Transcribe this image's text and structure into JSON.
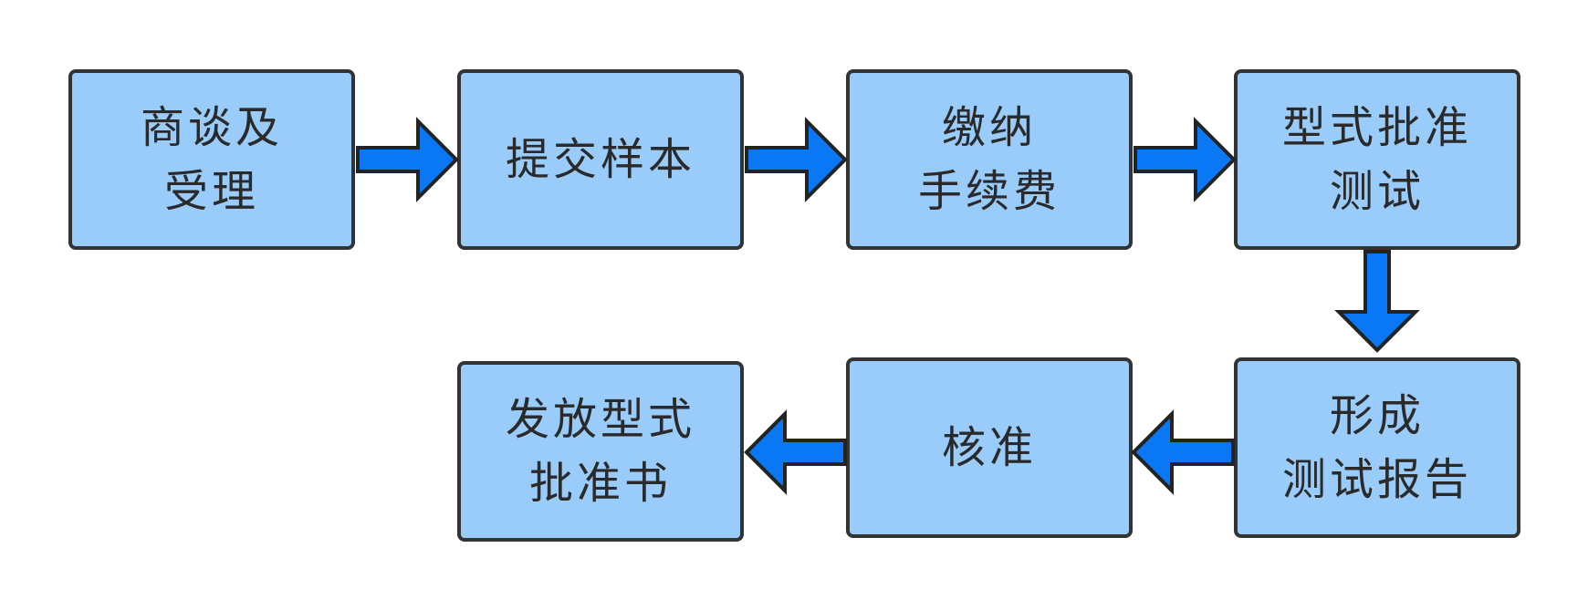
{
  "diagram": {
    "colors": {
      "box_fill": "#99ccfb",
      "box_border": "#333333",
      "arrow_fill": "#0a78f5"
    },
    "nodes": [
      {
        "id": "n1",
        "lines": [
          "商谈及",
          "受理"
        ]
      },
      {
        "id": "n2",
        "lines": [
          "提交样本"
        ]
      },
      {
        "id": "n3",
        "lines": [
          "缴纳",
          "手续费"
        ]
      },
      {
        "id": "n4",
        "lines": [
          "型式批准",
          "测试"
        ]
      },
      {
        "id": "n5",
        "lines": [
          "形成",
          "测试报告"
        ]
      },
      {
        "id": "n6",
        "lines": [
          "核准"
        ]
      },
      {
        "id": "n7",
        "lines": [
          "发放型式",
          "批准书"
        ]
      }
    ],
    "edges": [
      {
        "from": "n1",
        "to": "n2"
      },
      {
        "from": "n2",
        "to": "n3"
      },
      {
        "from": "n3",
        "to": "n4"
      },
      {
        "from": "n4",
        "to": "n5"
      },
      {
        "from": "n5",
        "to": "n6"
      },
      {
        "from": "n6",
        "to": "n7"
      }
    ]
  }
}
